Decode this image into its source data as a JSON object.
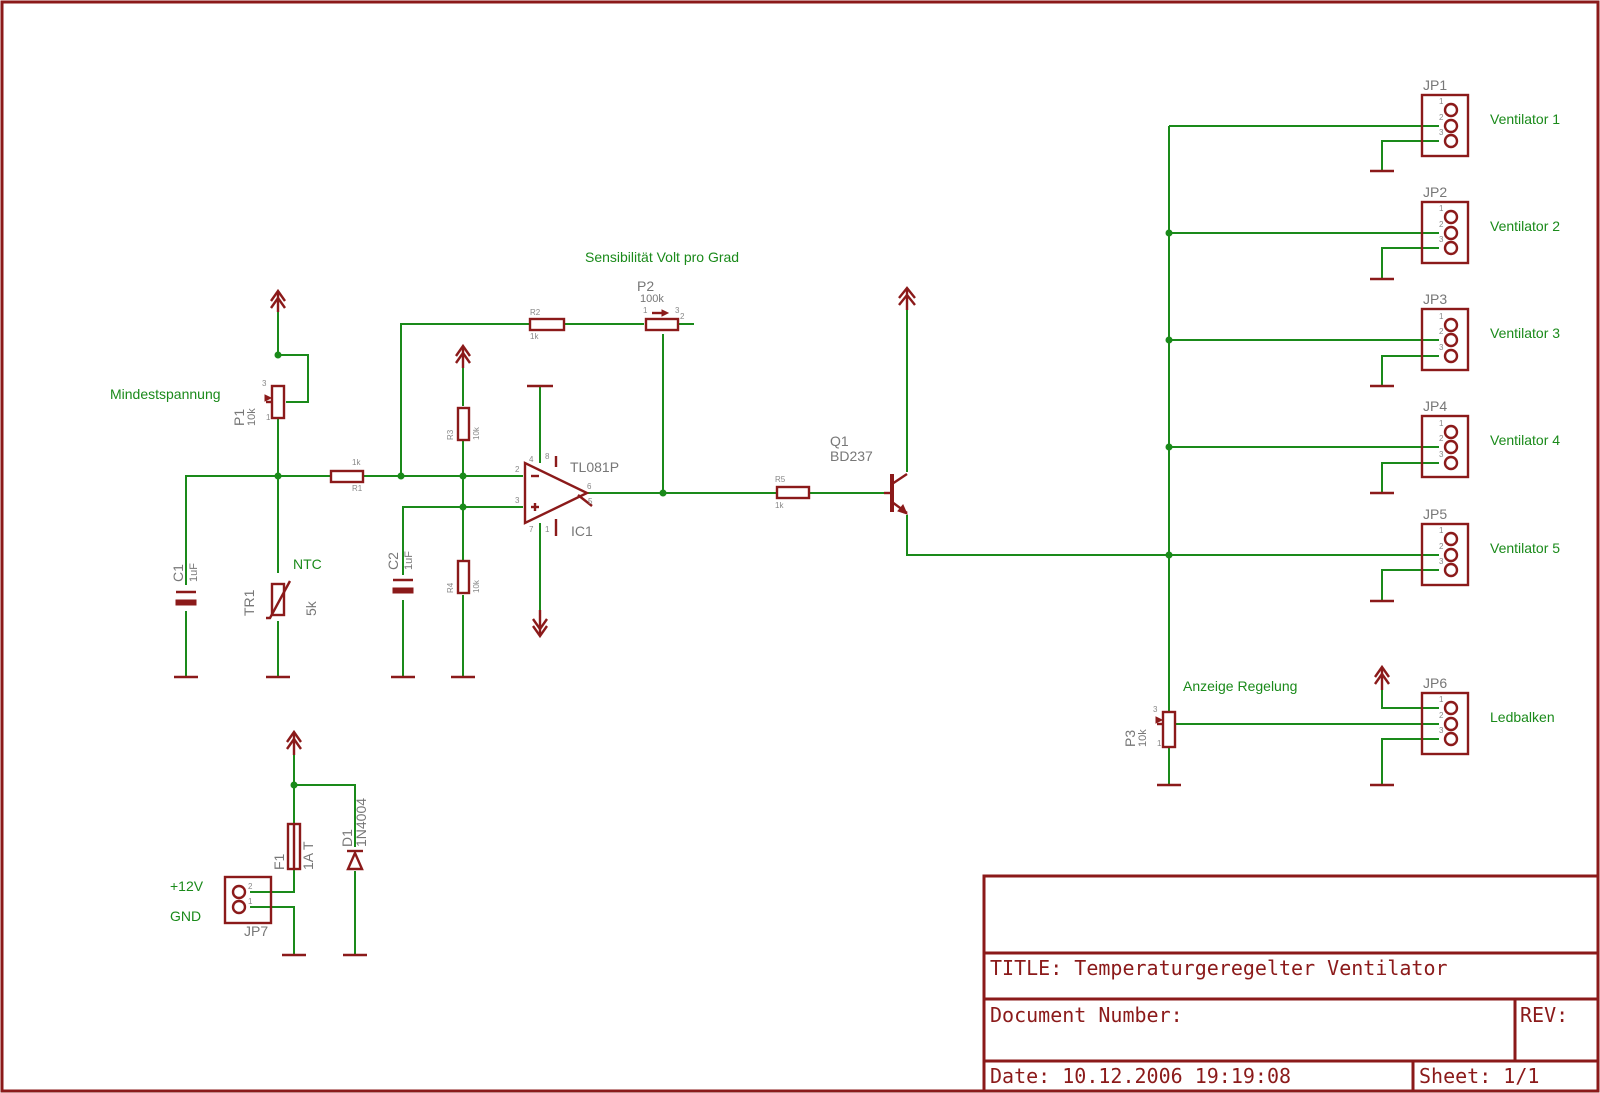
{
  "colors": {
    "symbol": "#8b1a1a",
    "wire": "#1a8a1a",
    "reference_text": "#777777",
    "label_text": "#1a8a1a"
  },
  "labels": {
    "sensitivity": "Sensibilität Volt pro Grad",
    "min_voltage": "Mindestspannung",
    "ntc": "NTC",
    "fan1": "Ventilator 1",
    "fan2": "Ventilator 2",
    "fan3": "Ventilator 3",
    "fan4": "Ventilator 4",
    "fan5": "Ventilator 5",
    "display_control": "Anzeige Regelung",
    "led_bar": "Ledbalken",
    "plus12v": "+12V",
    "gnd": "GND"
  },
  "components": {
    "ic1_value": "TL081P",
    "ic1_name": "IC1",
    "q1_name": "Q1",
    "q1_value": "BD237",
    "p1_name": "P1",
    "p1_value": "10k",
    "p2_name": "P2",
    "p2_value": "100k",
    "p3_name": "P3",
    "p3_value": "10k",
    "r1_name": "R1",
    "r1_value": "1k",
    "r2_name": "R2",
    "r2_value": "1k",
    "r3_name": "R3",
    "r3_value": "10k",
    "r4_name": "R4",
    "r4_value": "10k",
    "r5_name": "R5",
    "r5_value": "1k",
    "c1_name": "C1",
    "c1_value": "1uF",
    "c2_name": "C2",
    "c2_value": "1uF",
    "tr1_name": "TR1",
    "tr1_value": "5k",
    "f1_name": "F1",
    "f1_value": "1A T",
    "d1_name": "D1",
    "d1_value": "1N4004",
    "jp1": "JP1",
    "jp2": "JP2",
    "jp3": "JP3",
    "jp4": "JP4",
    "jp5": "JP5",
    "jp6": "JP6",
    "jp7": "JP7"
  },
  "pins": {
    "p_1": "1",
    "p_2": "2",
    "p_3": "3",
    "op_inv": "2",
    "op_noninv": "3",
    "op_out": "6",
    "op_v_plus": "4",
    "op_v_minus": "7",
    "op_8": "8",
    "op_5": "5",
    "op_1": "1"
  },
  "title_block": {
    "title": "TITLE:  Temperaturgeregelter Ventilator",
    "document_number": "Document Number:",
    "rev": "REV:",
    "date": "Date: 10.12.2006 19:19:08",
    "sheet": "Sheet: 1/1"
  }
}
